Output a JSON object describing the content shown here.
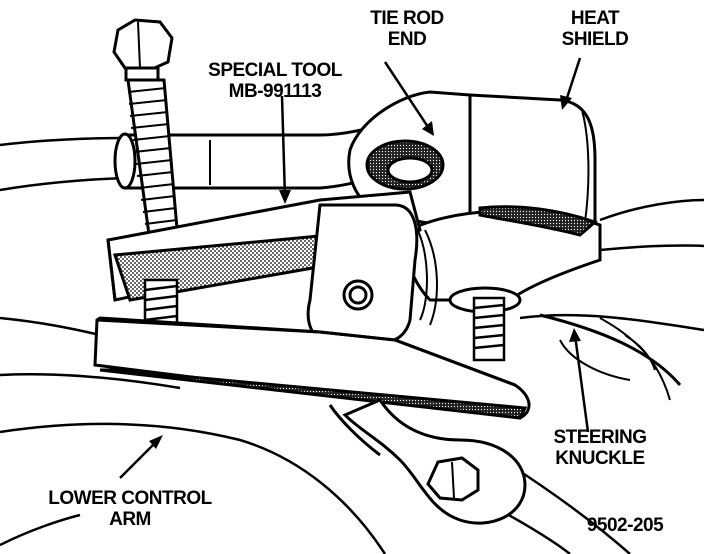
{
  "labels": {
    "special_tool_line1": "SPECIAL TOOL",
    "special_tool_line2": "MB-991113",
    "tie_rod_line1": "TIE ROD",
    "tie_rod_line2": "END",
    "heat_shield_line1": "HEAT",
    "heat_shield_line2": "SHIELD",
    "steering_line1": "STEERING",
    "steering_line2": "KNUCKLE",
    "lower_arm_line1": "LOWER CONTROL",
    "lower_arm_line2": "ARM",
    "figure_id": "9502-205"
  },
  "colors": {
    "ink": "#000000",
    "paper": "#ffffff"
  }
}
